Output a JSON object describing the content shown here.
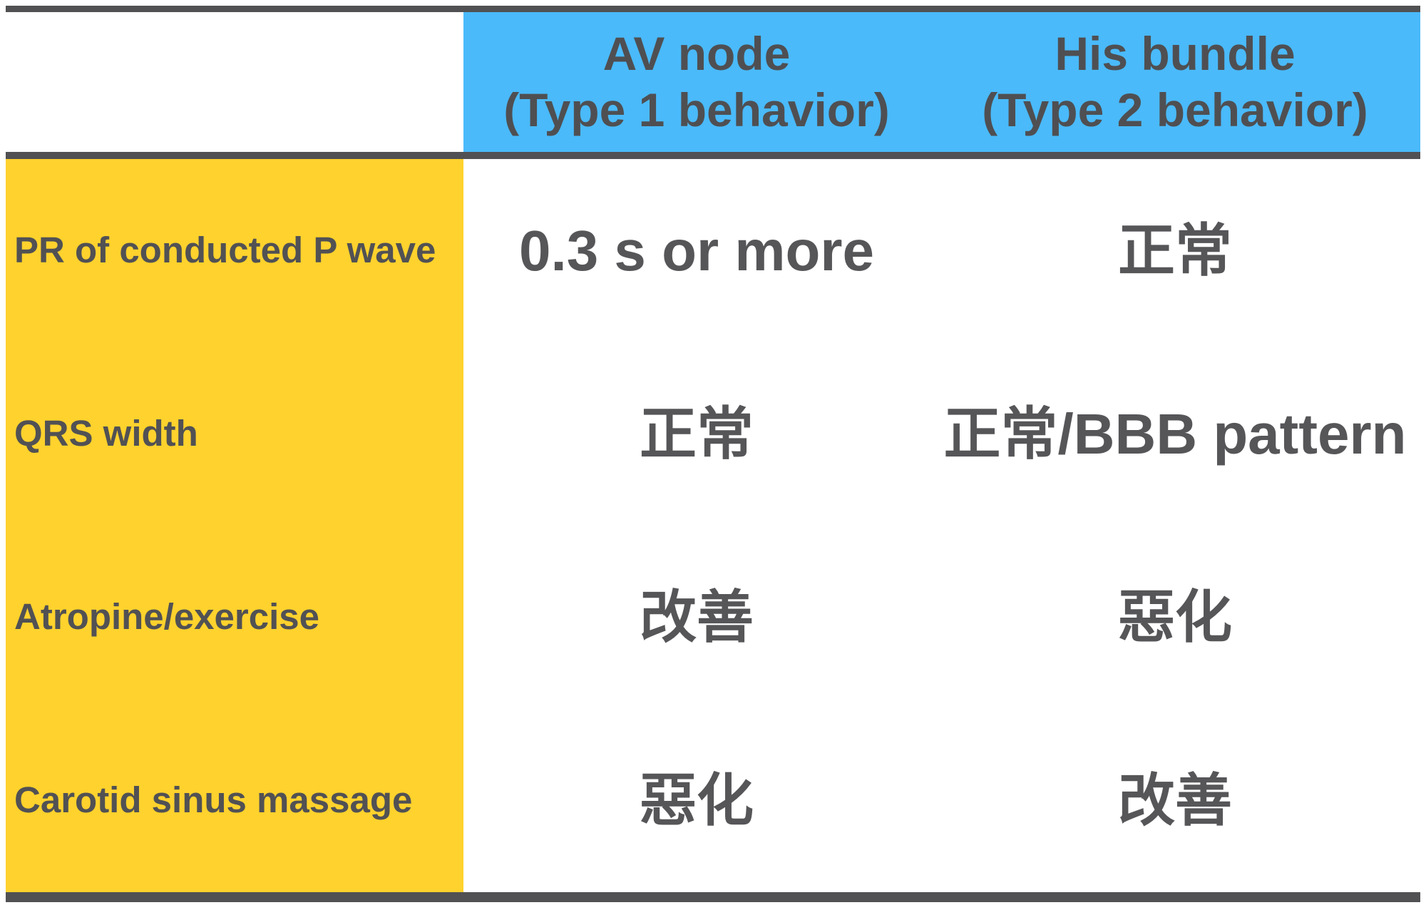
{
  "colors": {
    "bar_dark": "#515153",
    "header_blue": "#4ABAFA",
    "label_yellow": "#FFD22D",
    "text_dark": "#565659",
    "cell_white": "#FFFFFF"
  },
  "table": {
    "header": {
      "av_node": {
        "line1": "AV node",
        "line2": "(Type 1 behavior)"
      },
      "his_bundle": {
        "line1": "His bundle",
        "line2": "(Type 2 behavior)"
      }
    },
    "rows": [
      {
        "label": "PR of conducted P wave",
        "av_node": "0.3 s or more",
        "his_bundle": "正常"
      },
      {
        "label": "QRS width",
        "av_node": "正常",
        "his_bundle": "正常/BBB pattern"
      },
      {
        "label": "Atropine/exercise",
        "av_node": "改善",
        "his_bundle": "惡化"
      },
      {
        "label": "Carotid sinus massage",
        "av_node": "惡化",
        "his_bundle": "改善"
      }
    ]
  }
}
